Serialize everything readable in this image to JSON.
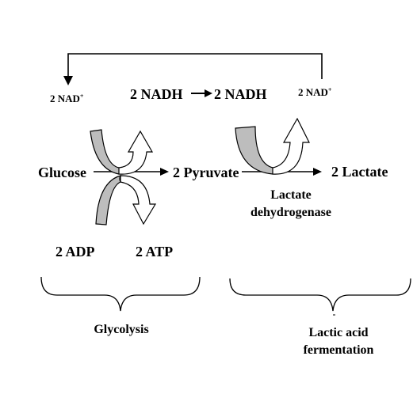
{
  "nad_left": "2 NAD",
  "nad_left_sup": "+",
  "nad_right": "2 NAD",
  "nad_right_sup": "+",
  "nadh_left": "2 NADH",
  "nadh_right": "2 NADH",
  "glucose": "Glucose",
  "pyruvate": "2 Pyruvate",
  "lactate": "2 Lactate",
  "enzyme_line1": "Lactate",
  "enzyme_line2": "dehydrogenase",
  "adp": "2 ADP",
  "atp": "2 ATP",
  "glycolysis": "Glycolysis",
  "fermentation_line1": "Lactic acid",
  "fermentation_line2": "fermentation",
  "colors": {
    "curved_arrow_fill": "#bdbdbd",
    "line": "#000000",
    "open_arrow_fill": "#ffffff"
  }
}
